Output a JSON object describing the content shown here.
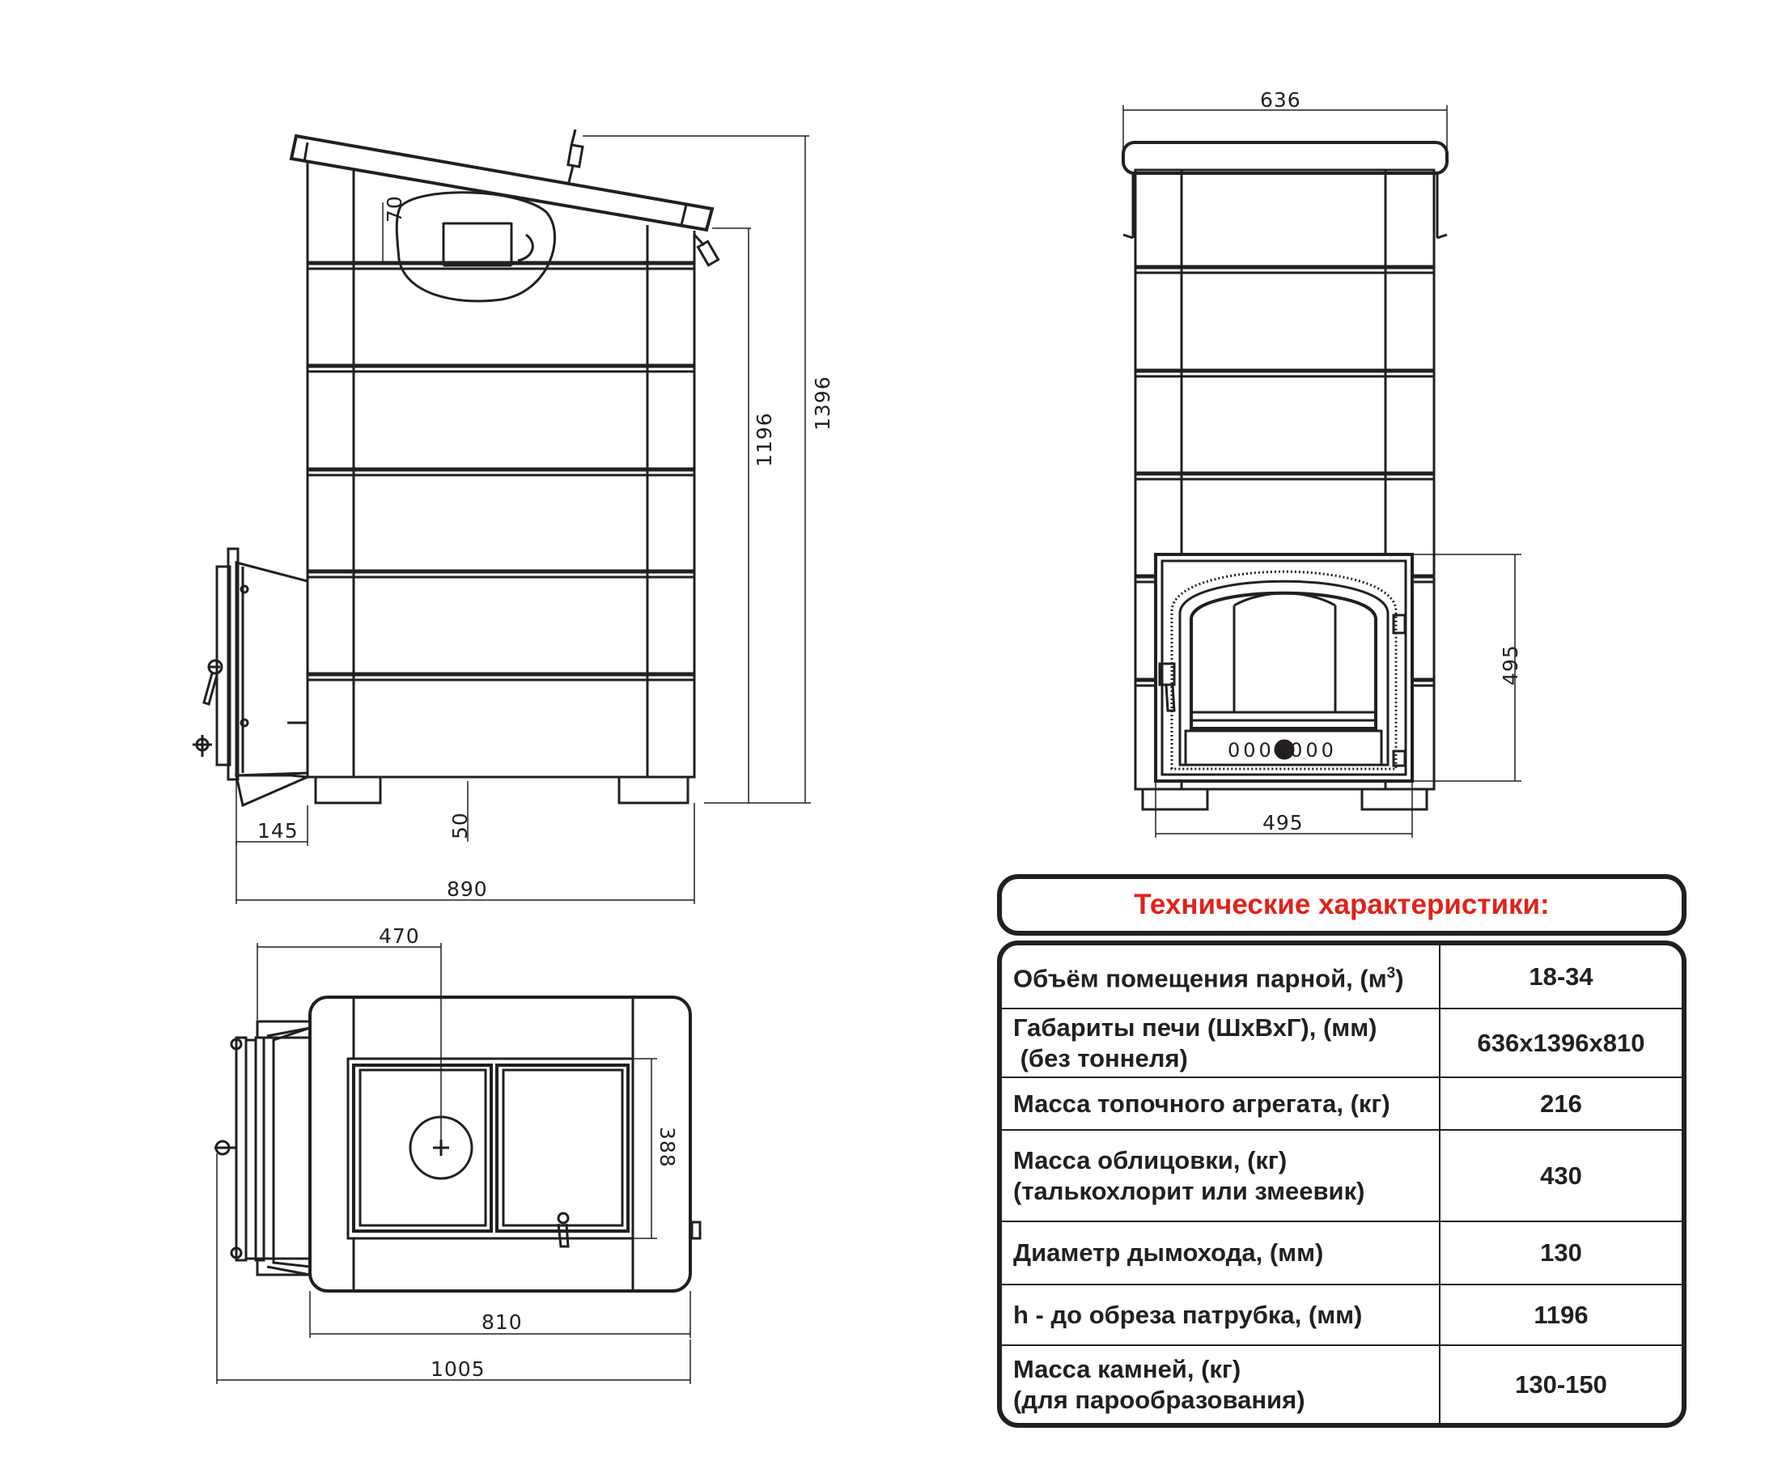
{
  "dimensions": {
    "side_top_70": "70",
    "side_height_1196": "1196",
    "side_height_1396": "1396",
    "side_depth_145": "145",
    "side_leg_50": "50",
    "side_length_890": "890",
    "front_width_636": "636",
    "front_door_495_h": "495",
    "front_door_495_w": "495",
    "top_offset_470": "470",
    "top_depth_388": "388",
    "top_length_810": "810",
    "top_length_1005": "1005"
  },
  "door_numbers": "0000000",
  "spec": {
    "title": "Технические характеристики:",
    "rows": [
      {
        "label": "Объём помещения парной, (м",
        "label_sup": "3",
        "label_end": ")",
        "value": "18-34"
      },
      {
        "label": "Габариты печи (ШхВхГ), (мм)",
        "label2": " (без тоннеля)",
        "value": "636x1396x810"
      },
      {
        "label": "Масса топочного агрегата, (кг)",
        "value": "216"
      },
      {
        "label": "Масса облицовки, (кг)",
        "label2": "(талькохлорит или змеевик)",
        "value": "430"
      },
      {
        "label": "Диаметр дымохода, (мм)",
        "value": "130"
      },
      {
        "label": "h - до обреза патрубка, (мм)",
        "value": "1196"
      },
      {
        "label": "Масса камней, (кг)",
        "label2": "(для парообразования)",
        "value": "130-150"
      }
    ]
  },
  "colors": {
    "line": "#231f20",
    "title": "#e0221b",
    "background": "#ffffff"
  }
}
